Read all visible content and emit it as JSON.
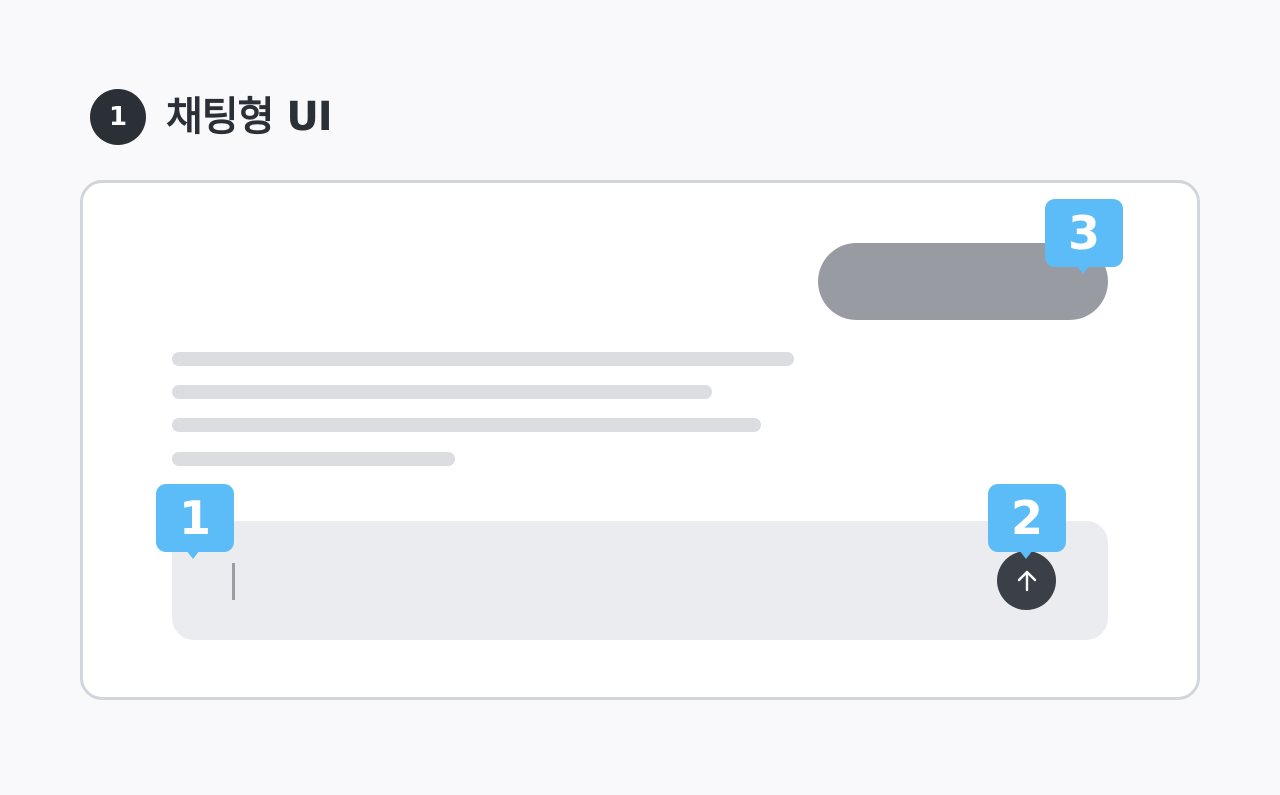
{
  "header": {
    "badge_number": "1",
    "title": "채팅형 UI"
  },
  "markers": {
    "input": "1",
    "send": "2",
    "user_message": "3"
  },
  "icons": {
    "send": "arrow-up-icon"
  },
  "colors": {
    "marker": "#5bbcf7",
    "dark": "#2b2f36",
    "user_bubble": "#999ba2",
    "input_background": "#ebecef",
    "placeholder_line": "#dcdde0",
    "frame_border": "#d3d5dc"
  }
}
